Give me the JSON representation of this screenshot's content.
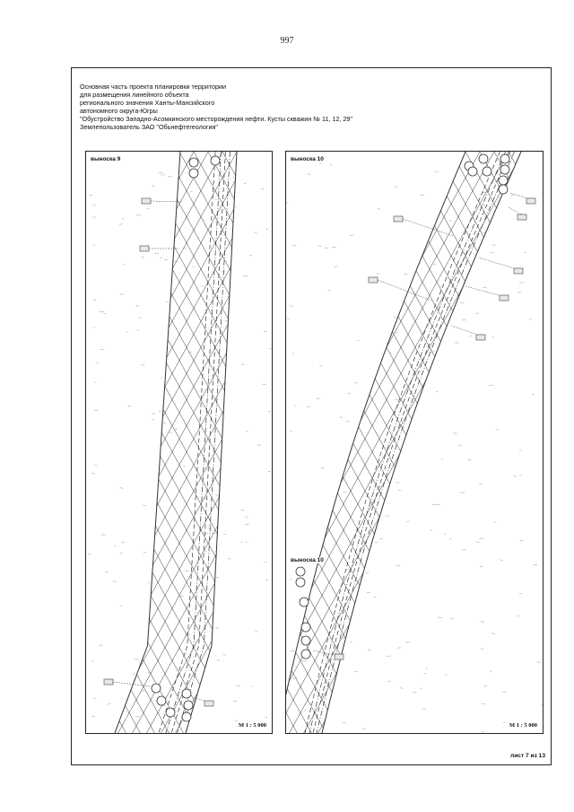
{
  "page_number": "997",
  "header": {
    "lines": [
      "Основная часть проекта планировки территории",
      "для размещения линейного объекта",
      "регионального значения Ханты-Мансийского",
      "автономного округа-Югры",
      "\"Обустройство Западно-Асомкинского месторождения нефти. Кусты скважин № 11, 12, 29\"",
      "Землепользователь ЗАО \"Обьнефтегеология\""
    ]
  },
  "panels": [
    {
      "label": "выноска 9",
      "scale": "М 1 : 5 000"
    },
    {
      "label": "выноска 10",
      "scale": "М 1 : 5 000"
    }
  ],
  "sheet_count": "лист 7 из 13",
  "colors": {
    "line": "#333333",
    "border": "#222222",
    "background": "#ffffff"
  }
}
